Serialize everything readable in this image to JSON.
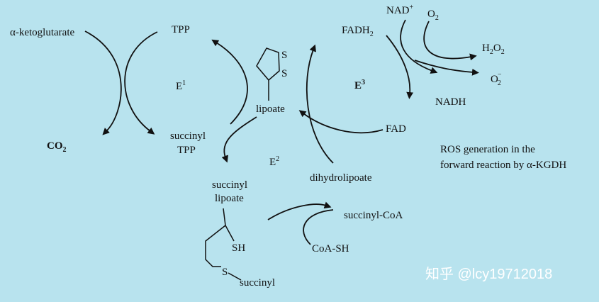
{
  "labels": {
    "akg": "α-ketoglutarate",
    "tpp": "TPP",
    "e1": "E",
    "e1_sup": "1",
    "co2": "CO",
    "co2_sub": "2",
    "succinyl_tpp_1": "succinyl",
    "succinyl_tpp_2": "TPP",
    "lipoate": "lipoate",
    "lipoate_s1": "S",
    "lipoate_s2": "S",
    "e2": "E",
    "e2_sup": "2",
    "succinyl_lipoate_1": "succinyl",
    "succinyl_lipoate_2": "lipoate",
    "sh": "SH",
    "s_succinyl_s": "S",
    "s_succinyl": "succinyl",
    "dihydrolipoate": "dihydrolipoate",
    "succinyl_coa": "succinyl-CoA",
    "coa_sh": "CoA-SH",
    "fadh2": "FADH",
    "fadh2_sub": "2",
    "nad": "NAD",
    "nad_sup": "+",
    "o2": "O",
    "o2_sub": "2",
    "h2o2_h": "H",
    "h2o2_sub1": "2",
    "h2o2_o": "O",
    "h2o2_sub2": "2",
    "superoxide": "O",
    "superoxide_sub": "2",
    "superoxide_sup": "−",
    "e3": "E",
    "e3_sup": "3",
    "nadh": "NADH",
    "fad": "FAD",
    "caption_1": "ROS generation in the",
    "caption_2": "forward reaction by α-KGDH"
  },
  "watermark": "知乎 @lcy19712018",
  "colors": {
    "background": "#b8e3ee",
    "ink": "#111111",
    "watermark": "#ffffff"
  }
}
